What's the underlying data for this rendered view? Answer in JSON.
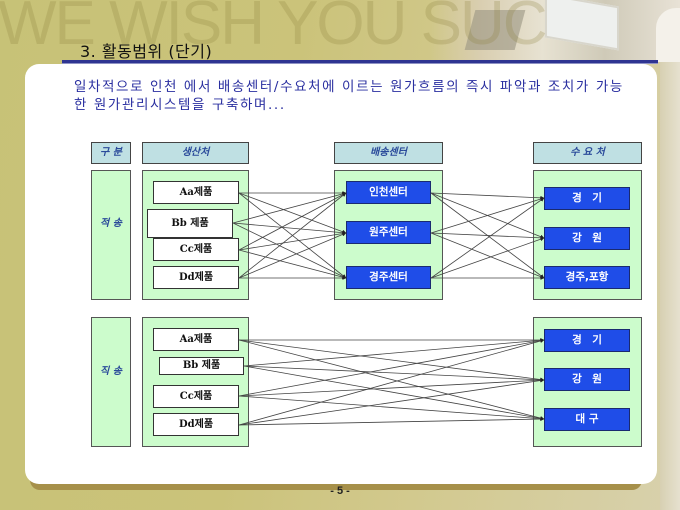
{
  "background": {
    "watermark_text": "WE WISH YOU SUC"
  },
  "title": "3. 활동범위 (단기)",
  "description": "일차적으로 인천 에서 배송센터/수요처에 이르는 원가흐름의 즉시 파악과 조치가 가능한 원가관리시스템을 구축하며...",
  "headers": {
    "category": "구 분",
    "producer": "생산처",
    "distribution": "배송센터",
    "demand": "수 요 처"
  },
  "sections": [
    {
      "label": "적 송",
      "products": [
        "Aa제품",
        "Bb 제품",
        "Cc제품",
        "Dd제품"
      ],
      "centers": [
        "인천센터",
        "원주센터",
        "경주센터"
      ],
      "destinations": [
        "경　기",
        "강　원",
        "경주,포항"
      ]
    },
    {
      "label": "직 송",
      "products": [
        "Aa제품",
        "Bb 제품",
        "Cc제품",
        "Dd제품"
      ],
      "destinations": [
        "경　기",
        "강　원",
        "대 구"
      ]
    }
  ],
  "colors": {
    "node_blue": "#1f4de8",
    "panel_green": "#ccfccc",
    "header_teal": "#bfe0e3",
    "title_rule": "#2f3592",
    "desc_text": "#2a2fa0"
  },
  "page_number": "- 5 -"
}
